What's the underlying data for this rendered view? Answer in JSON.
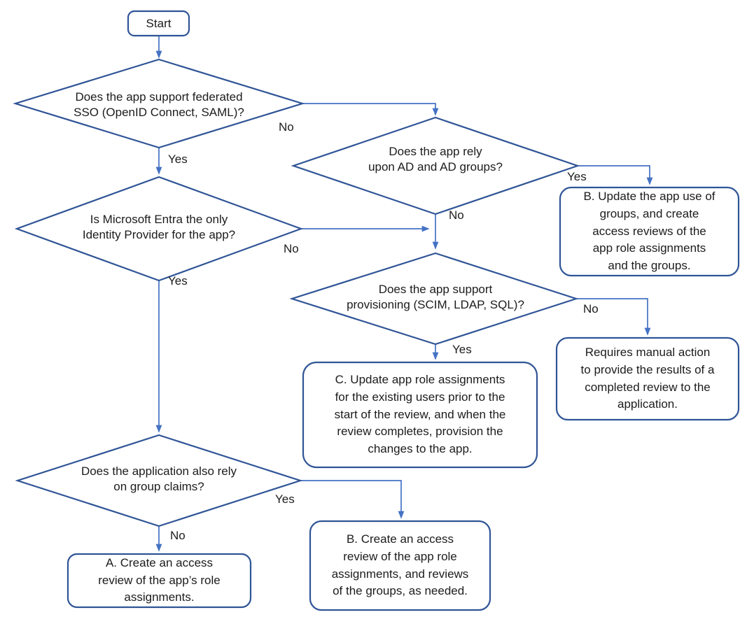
{
  "diagram": {
    "colors": {
      "shape_border": "#2f5496",
      "connector": "#4472c4",
      "text": "#1c1c1c",
      "shape_fill": "#ffffff",
      "background": "#ffffff"
    },
    "nodes": {
      "start": {
        "type": "terminator",
        "label": "Start"
      },
      "q_federated_sso": {
        "type": "decision",
        "label": "Does the app support federated\nSSO (OpenID Connect, SAML)?"
      },
      "q_ad_groups": {
        "type": "decision",
        "label": "Does the app rely\nupon AD and AD groups?"
      },
      "q_entra_only_idp": {
        "type": "decision",
        "label": "Is Microsoft Entra the only\nIdentity Provider for the app?"
      },
      "q_provisioning": {
        "type": "decision",
        "label": "Does the app support\nprovisioning (SCIM, LDAP, SQL)?"
      },
      "q_group_claims": {
        "type": "decision",
        "label": "Does the application also rely\non group claims?"
      },
      "box_update_app_groups": {
        "type": "process",
        "label": "B. Update the app use of\ngroups, and create\naccess reviews of the\napp role assignments\nand the groups."
      },
      "box_manual_action": {
        "type": "process",
        "label": "Requires manual action\nto provide the results of a\ncompleted review to the\napplication."
      },
      "box_update_role_assignments": {
        "type": "process",
        "label": "C. Update app role assignments\nfor the existing users prior to the\nstart of the review, and when the\nreview completes, provision the\nchanges to the app."
      },
      "box_review_app_roles": {
        "type": "process",
        "label": "A. Create an access\nreview of the app’s role\nassignments."
      },
      "box_review_roles_and_groups": {
        "type": "process",
        "label": "B. Create an access\nreview of the app role\nassignments, and reviews\nof the groups, as needed."
      }
    },
    "edge_labels": {
      "federated_no": "No",
      "federated_yes": "Yes",
      "ad_groups_yes": "Yes",
      "ad_groups_no": "No",
      "entra_idp_no": "No",
      "entra_idp_yes": "Yes",
      "provisioning_no": "No",
      "provisioning_yes": "Yes",
      "group_claims_yes": "Yes",
      "group_claims_no": "No"
    }
  }
}
